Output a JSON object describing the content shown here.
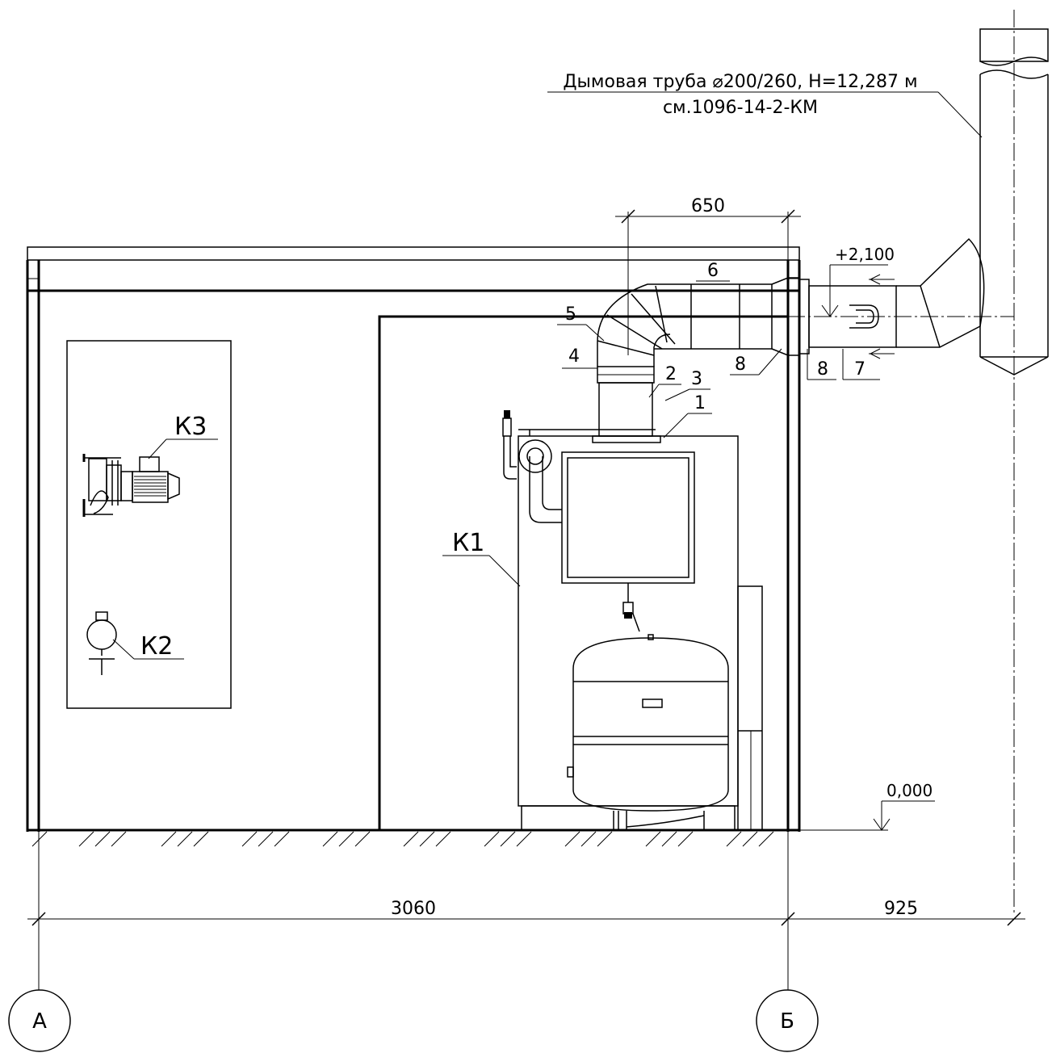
{
  "chimney_note": {
    "line1": "Дымовая труба ⌀200/260, Н=12,287 м",
    "line2": "см.1096-14-2-КМ"
  },
  "dimensions": {
    "flue_spacing": "650",
    "room_width": "3060",
    "chimney_offset": "925"
  },
  "levels": {
    "duct": "+2,100",
    "floor": "0,000"
  },
  "equipment": {
    "boiler": "К1",
    "pump_small": "К2",
    "pump_large": "К3"
  },
  "callouts": [
    "1",
    "2",
    "3",
    "4",
    "5",
    "6",
    "7",
    "8",
    "8"
  ],
  "axes": {
    "left": "А",
    "right": "Б"
  }
}
